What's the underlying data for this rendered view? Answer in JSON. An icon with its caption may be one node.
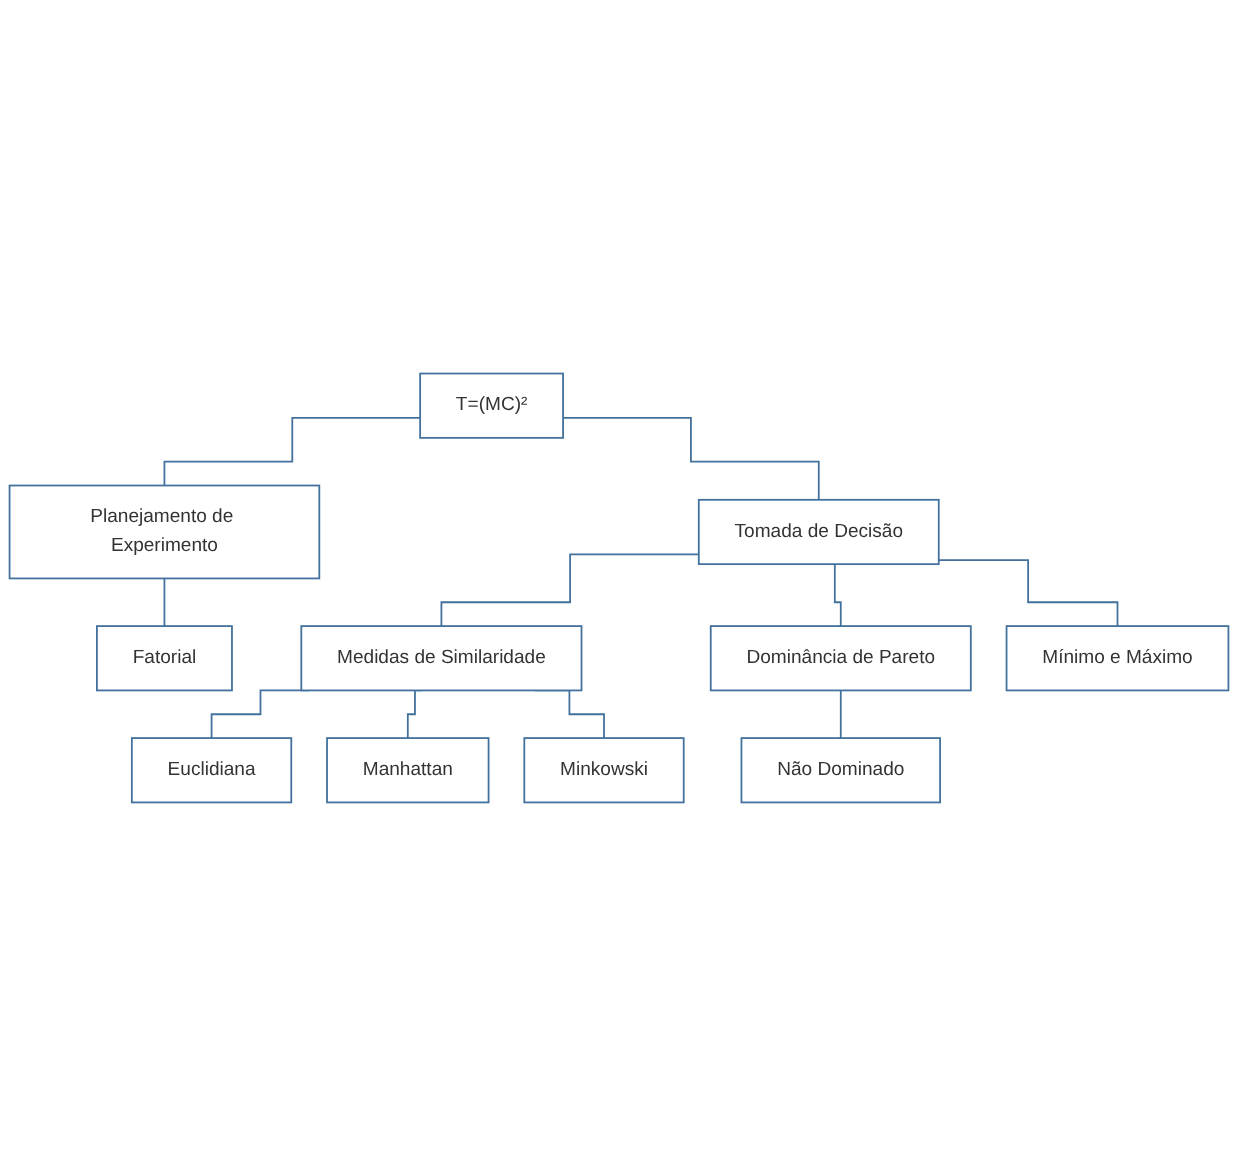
{
  "diagram": {
    "nodes": [
      {
        "text": [
          "T=(MC)²"
        ]
      },
      {
        "text": [
          "Planejamento de Experimento"
        ]
      },
      {
        "text": [
          "Tomada de Decisão"
        ]
      },
      {
        "text": [
          "Fatorial"
        ]
      },
      {
        "text": [
          "Medidas de Similaridade"
        ]
      },
      {
        "text": [
          "Dominância de Pareto"
        ]
      },
      {
        "text": [
          "Mínimo e Máximo"
        ]
      },
      {
        "text": [
          "Não Dominado"
        ]
      },
      {
        "text": [
          "Euclidiana"
        ]
      },
      {
        "text": [
          "Manhattan"
        ]
      },
      {
        "text": [
          "Minkowski"
        ]
      }
    ],
    "edges": [
      {
        "from": 0,
        "to": 1,
        "arrow": "none"
      },
      {
        "from": 0,
        "to": 2,
        "arrow": "none"
      },
      {
        "from": 1,
        "to": 3,
        "arrow": "none"
      },
      {
        "from": 2,
        "to": 4,
        "arrow": "none"
      },
      {
        "from": 2,
        "to": 5,
        "arrow": "none"
      },
      {
        "from": 2,
        "to": 6,
        "arrow": "none"
      },
      {
        "from": 5,
        "to": 7,
        "arrow": "none"
      },
      {
        "from": 4,
        "to": 8,
        "arrow": "none"
      },
      {
        "from": 4,
        "to": 9,
        "arrow": "none"
      },
      {
        "from": 4,
        "to": 10,
        "arrow": "none"
      }
    ]
  }
}
